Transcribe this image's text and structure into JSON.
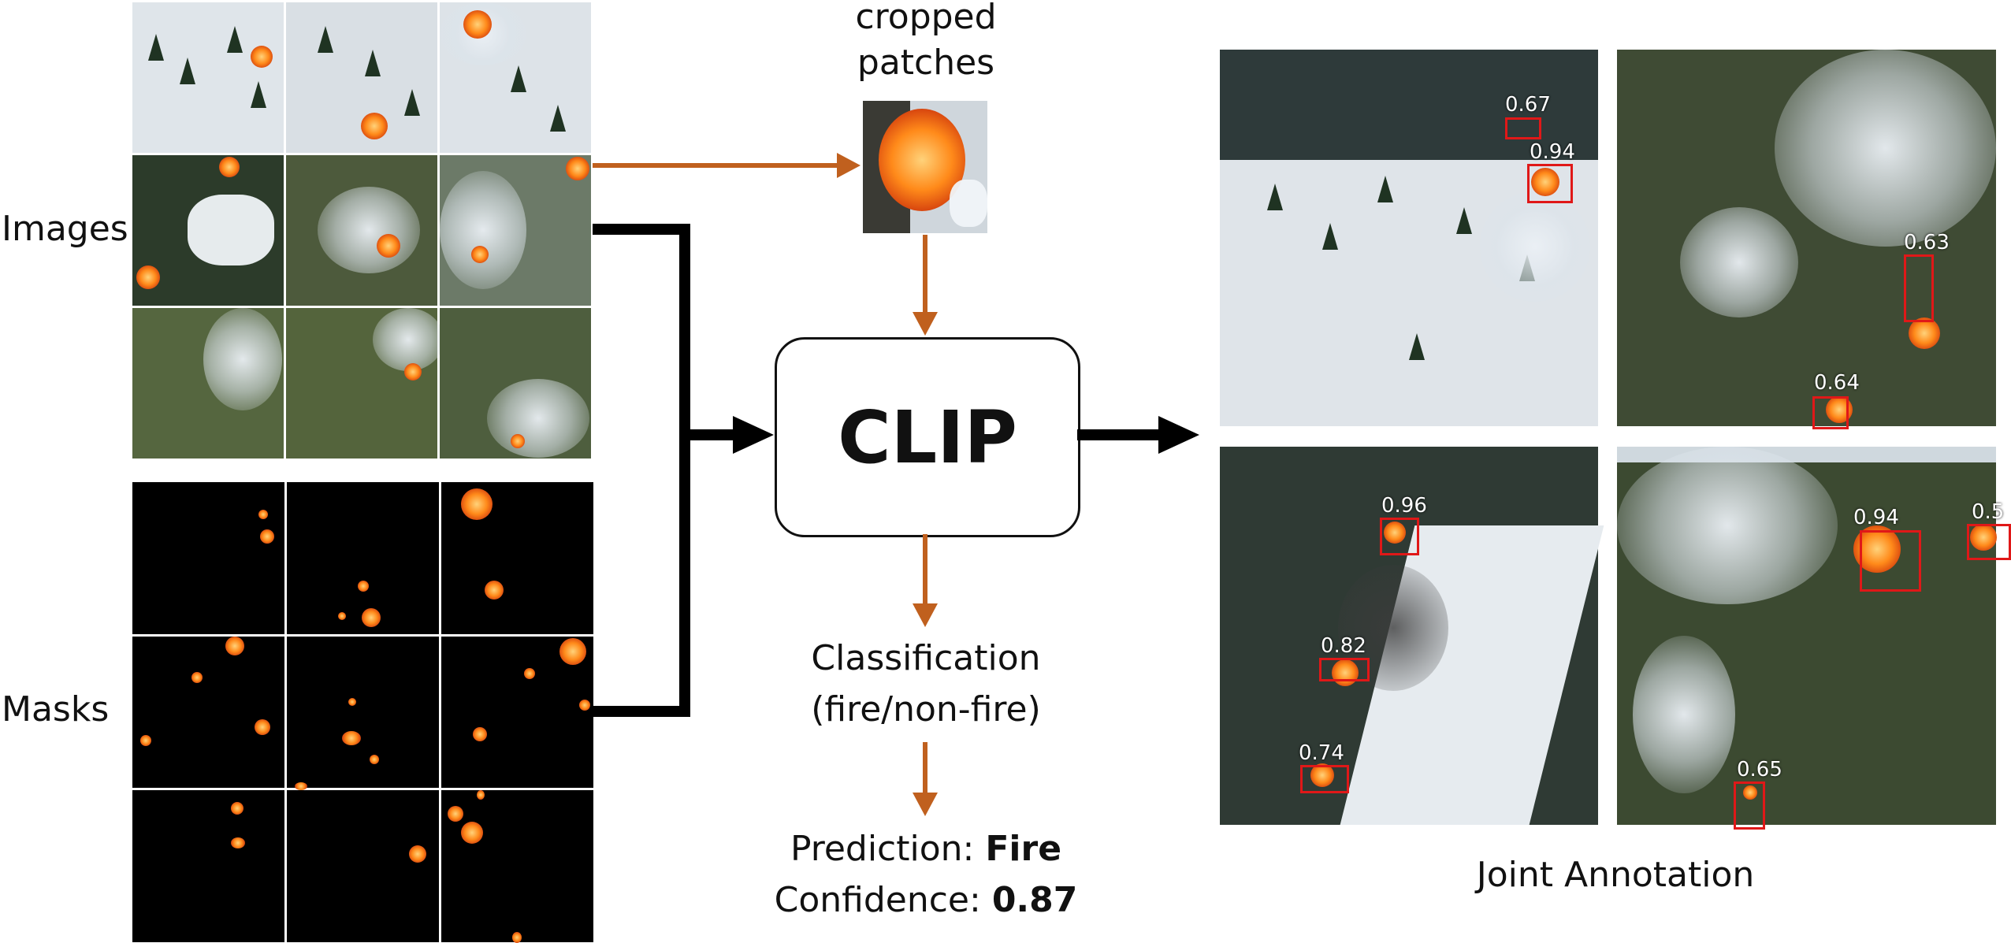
{
  "labels": {
    "images": "Images",
    "masks": "Masks",
    "cropped_line1": "cropped",
    "cropped_line2": "patches",
    "clip": "CLIP",
    "classification_line1": "Classification",
    "classification_line2": "(fire/non-fire)",
    "prediction_label": "Prediction: ",
    "prediction_value": "Fire",
    "confidence_label": "Confidence: ",
    "confidence_value": "0.87",
    "joint_annotation": "Joint Annotation"
  },
  "colors": {
    "arrow_orange": "#c0601e",
    "arrow_black": "#000000",
    "bbox_red": "#e01818"
  },
  "annotations": {
    "panel_top_left": [
      "0.67",
      "0.94"
    ],
    "panel_top_right": [
      "0.63",
      "0.64"
    ],
    "panel_bottom_left": [
      "0.96",
      "0.82",
      "0.74"
    ],
    "panel_bottom_right": [
      "0.94",
      "0.5",
      "0.65"
    ]
  }
}
